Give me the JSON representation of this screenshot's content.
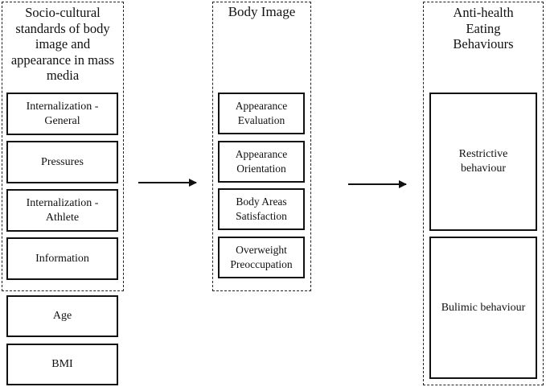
{
  "groups": {
    "media": {
      "title": "Socio-cultural standards of body image and appearance in mass media",
      "items": [
        "Internalization - General",
        "Pressures",
        "Internalization - Athlete",
        "Information"
      ]
    },
    "body_image": {
      "title": "Body Image",
      "items": [
        "Appearance Evaluation",
        "Appearance Orientation",
        "Body Areas Satisfaction",
        "Overweight Preoccupation"
      ]
    },
    "eating": {
      "title": "Anti-health Eating Behaviours",
      "items": [
        "Restrictive behaviour",
        "Bulimic behaviour"
      ]
    }
  },
  "covariates": [
    "Age",
    "BMI"
  ]
}
